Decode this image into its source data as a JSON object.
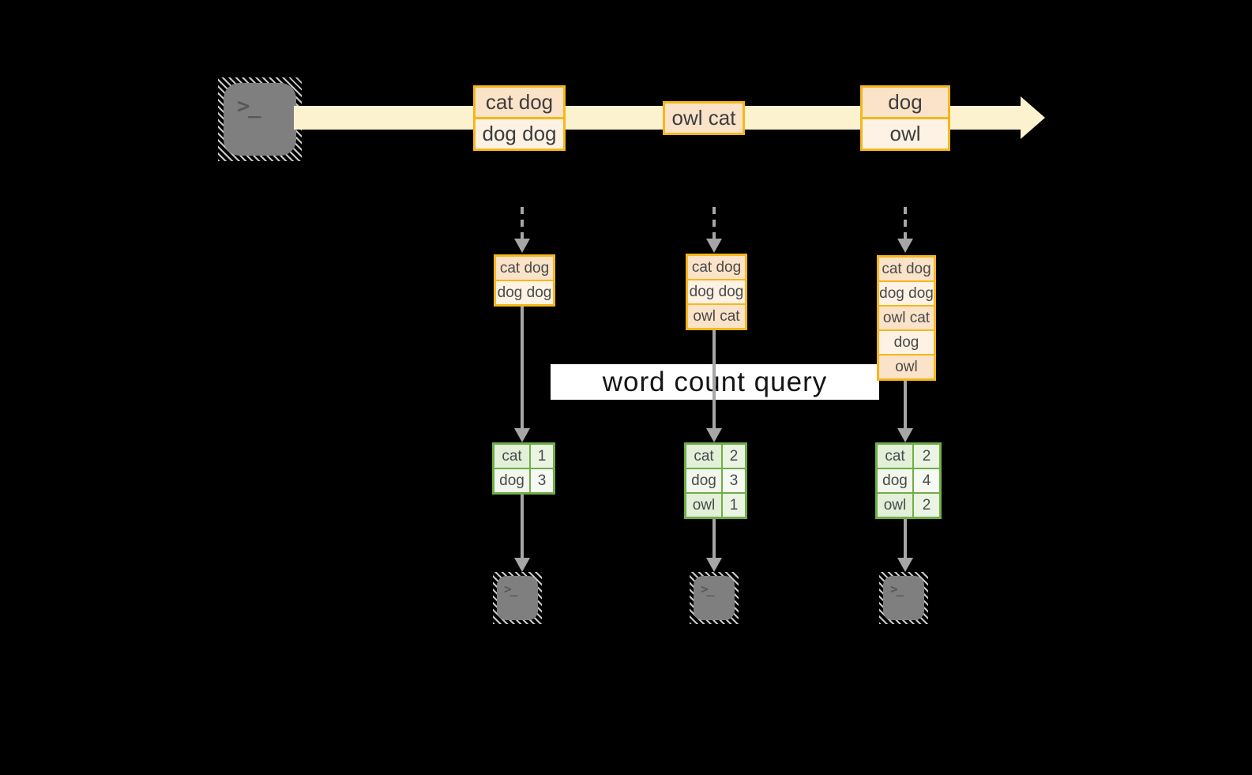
{
  "background": "#000000",
  "colors": {
    "stream_band": "#fcf2cf",
    "box_border_gold": "#f5b71c",
    "box_fill_dark": "#fae3c8",
    "box_fill_light": "#fdf2e4",
    "table_border_green": "#70ad47",
    "table_fill_dark": "#e2efd9",
    "table_fill_light": "#f1f7ec",
    "connector_gray": "#a6a6a6",
    "terminal_gray": "#7f7f7f",
    "banner_bg": "#ffffff",
    "text_dark": "#3d3d3d"
  },
  "icons": {
    "terminal_glyph": ">_"
  },
  "query_banner": {
    "label": "word count query"
  },
  "stream": {
    "messages": [
      {
        "lines": [
          "cat dog",
          "dog dog"
        ]
      },
      {
        "lines": [
          "owl cat"
        ]
      },
      {
        "lines": [
          "dog",
          "owl"
        ]
      }
    ]
  },
  "pipeline_columns": [
    {
      "buffer": [
        "cat dog",
        "dog dog"
      ],
      "counts": [
        {
          "word": "cat",
          "n": "1"
        },
        {
          "word": "dog",
          "n": "3"
        }
      ]
    },
    {
      "buffer": [
        "cat dog",
        "dog dog",
        "owl cat"
      ],
      "counts": [
        {
          "word": "cat",
          "n": "2"
        },
        {
          "word": "dog",
          "n": "3"
        },
        {
          "word": "owl",
          "n": "1"
        }
      ]
    },
    {
      "buffer": [
        "cat dog",
        "dog dog",
        "owl cat",
        "dog",
        "owl"
      ],
      "counts": [
        {
          "word": "cat",
          "n": "2"
        },
        {
          "word": "dog",
          "n": "4"
        },
        {
          "word": "owl",
          "n": "2"
        }
      ]
    }
  ]
}
